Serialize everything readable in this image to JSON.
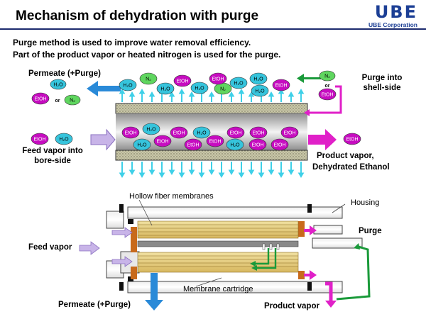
{
  "header": {
    "title": "Mechanism of dehydration with purge",
    "logo_text": "UBE",
    "logo_sub": "UBE Corporation"
  },
  "intro": {
    "line1": "Purge method is used to improve water removal efficiency.",
    "line2": "Part of the product vapor or heated nitrogen is used for the purge."
  },
  "labels": {
    "permeate_top": "Permeate  (+Purge)",
    "purge_shell_line1": "Purge into",
    "purge_shell_line2": "shell-side",
    "feed_bore_line1": "Feed vapor into",
    "feed_bore_line2": "bore-side",
    "product_line1": "Product vapor,",
    "product_line2": "Dehydrated Ethanol",
    "hollow_fiber": "Hollow fiber membranes",
    "housing": "Housing",
    "purge": "Purge",
    "feed_vapor": "Feed vapor",
    "membrane_cartridge": "Membrane  cartridge",
    "permeate_bottom": "Permeate (+Purge)",
    "product_vapor": "Product vapor",
    "or": "or"
  },
  "molecules": {
    "h2o": "H₂O",
    "etoh": "EtOH",
    "n2": "N₂"
  },
  "colors": {
    "h2o": "#36c4dc",
    "etoh": "#c60cc0",
    "n2": "#5fd65f",
    "title_bar": "#1c2b6e",
    "logo": "#1c3f95",
    "tube_surface": "#c8c8b0",
    "purge_arrow": "#1a9a3a",
    "product_arrow": "#e020c8",
    "permeate_arrow": "#2a8ad8"
  }
}
